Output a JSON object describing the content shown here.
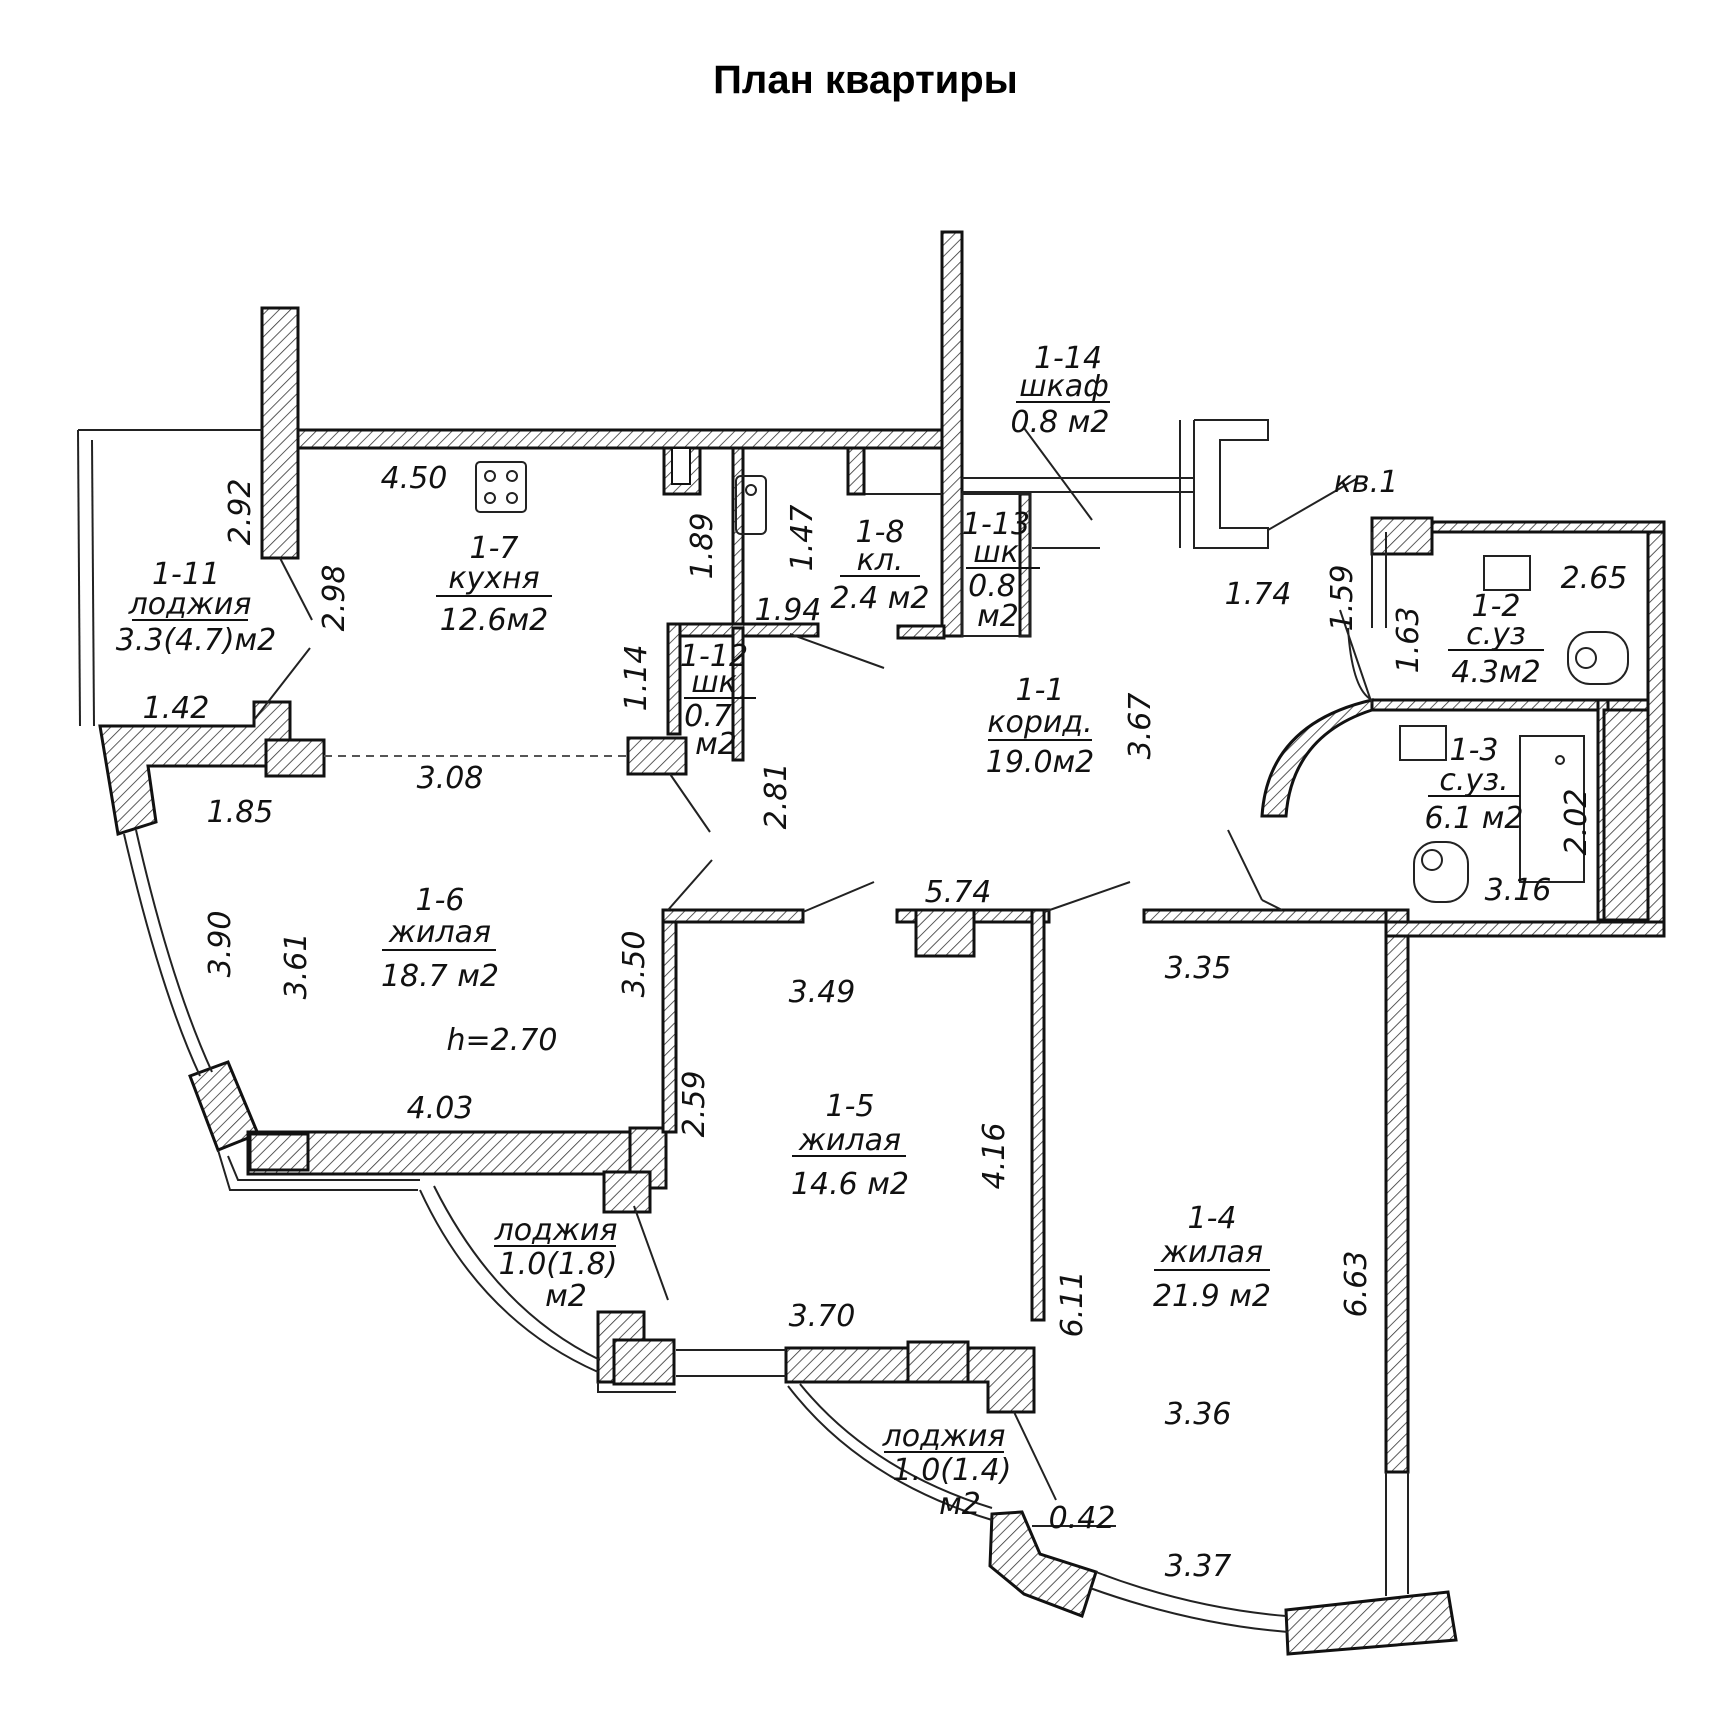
{
  "title": "План квартиры",
  "rooms": [
    {
      "id": "1-1",
      "name": "корид.",
      "area": "19.0м2"
    },
    {
      "id": "1-2",
      "name": "с.уз",
      "area": "4.3м2"
    },
    {
      "id": "1-3",
      "name": "с.уз.",
      "area": "6.1 м2"
    },
    {
      "id": "1-4",
      "name": "жилая",
      "area": "21.9 м2"
    },
    {
      "id": "1-5",
      "name": "жилая",
      "area": "14.6 м2"
    },
    {
      "id": "1-6",
      "name": "жилая",
      "area": "18.7 м2"
    },
    {
      "id": "1-7",
      "name": "кухня",
      "area": "12.6м2"
    },
    {
      "id": "1-8",
      "name": "кл.",
      "area": "2.4 м2"
    },
    {
      "id": "1-11",
      "name": "лоджия",
      "area": "3.3(4.7)м2"
    },
    {
      "id": "1-12",
      "name": "шк",
      "area": "0.7",
      "unit": "м2"
    },
    {
      "id": "1-13",
      "name": "шк",
      "area": "0.8",
      "unit": "м2"
    },
    {
      "id": "1-14",
      "name": "шкаф",
      "area": "0.8 м2"
    }
  ],
  "loggias": [
    {
      "name": "лоджия",
      "area": "1.0(1.8)",
      "unit": "м2"
    },
    {
      "name": "лоджия",
      "area": "1.0(1.4)",
      "unit": "м2"
    }
  ],
  "apartment_label": "кв.1",
  "ceiling_height": "h=2.70",
  "dimensions": [
    "4.50",
    "2.92",
    "2.98",
    "1.89",
    "1.47",
    "1.94",
    "1.74",
    "1.59",
    "1.63",
    "2.65",
    "1.14",
    "1.42",
    "3.08",
    "1.85",
    "2.81",
    "3.67",
    "2.02",
    "3.16",
    "5.74",
    "3.90",
    "3.61",
    "3.50",
    "3.49",
    "3.35",
    "4.03",
    "2.59",
    "4.16",
    "6.63",
    "6.11",
    "3.70",
    "3.36",
    "0.42",
    "3.37"
  ]
}
